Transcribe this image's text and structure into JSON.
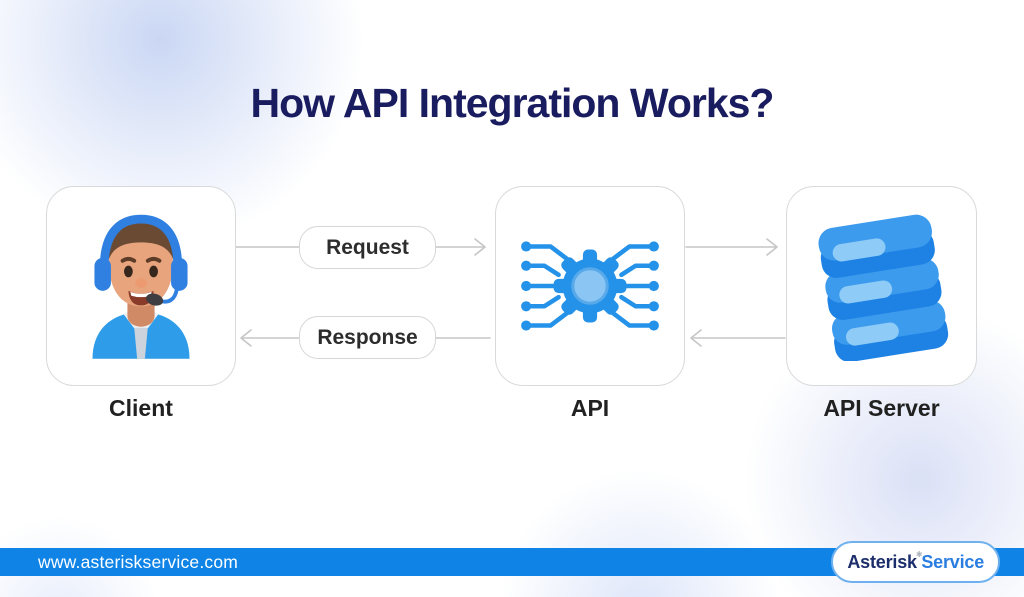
{
  "title": "How API Integration Works?",
  "diagram": {
    "nodes": [
      {
        "label": "Client",
        "icon": "support-agent-icon"
      },
      {
        "label": "API",
        "icon": "api-circuit-gear-icon"
      },
      {
        "label": "API Server",
        "icon": "database-stack-icon"
      }
    ],
    "flows": [
      {
        "label": "Request",
        "direction": "right"
      },
      {
        "label": "Response",
        "direction": "left"
      }
    ]
  },
  "footer": {
    "website": "www.asteriskservice.com",
    "logo": {
      "part1": "Asterisk",
      "mark": "✱",
      "part2": "Service"
    }
  },
  "colors": {
    "title_navy": "#1a1c60",
    "accent_blue": "#2492e8",
    "icon_light_blue": "#8ac5f4",
    "footer_bar_blue": "#0f84e6",
    "logo_navy": "#1c2d6b",
    "logo_blue": "#2a7de1",
    "card_border_gray": "#d9d9d9",
    "arrow_gray": "#c6c6c6"
  }
}
